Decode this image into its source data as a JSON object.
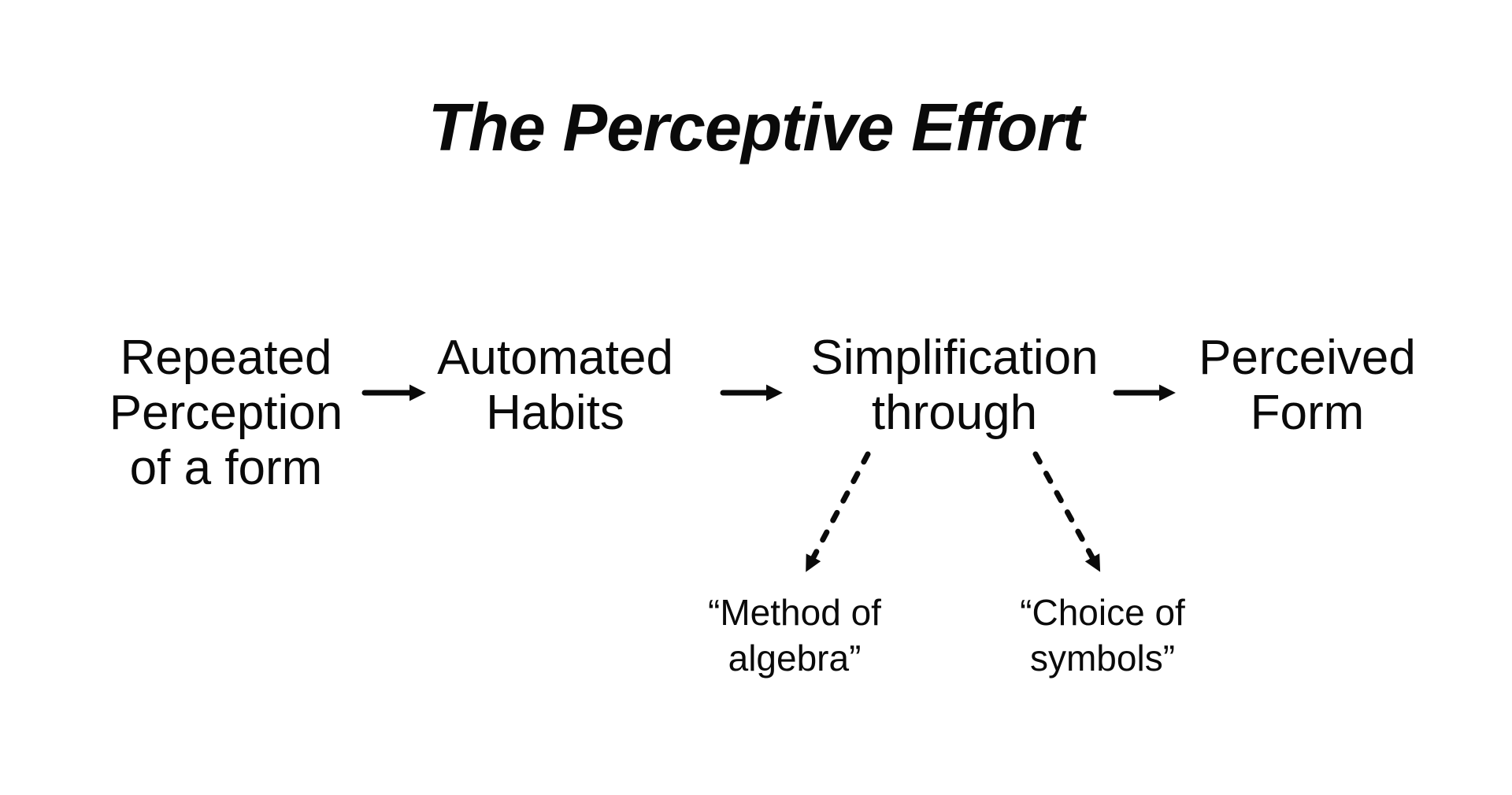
{
  "title": "The Perceptive Effort",
  "nodes": [
    {
      "id": "repeated-perception",
      "label": "Repeated\nPerception\nof a form"
    },
    {
      "id": "automated-habits",
      "label": "Automated\nHabits"
    },
    {
      "id": "simplification",
      "label": "Simplification\nthrough"
    },
    {
      "id": "perceived-form",
      "label": "Perceived\nForm"
    }
  ],
  "branches": [
    {
      "id": "method-of-algebra",
      "label": "“Method of\nalgebra”"
    },
    {
      "id": "choice-of-symbols",
      "label": "“Choice of\nsymbols”"
    }
  ],
  "edges": [
    {
      "from": "repeated-perception",
      "to": "automated-habits",
      "style": "solid"
    },
    {
      "from": "automated-habits",
      "to": "simplification",
      "style": "solid"
    },
    {
      "from": "simplification",
      "to": "perceived-form",
      "style": "solid"
    },
    {
      "from": "simplification",
      "to": "method-of-algebra",
      "style": "dashed"
    },
    {
      "from": "simplification",
      "to": "choice-of-symbols",
      "style": "dashed"
    }
  ],
  "colors": {
    "background": "#ffffff",
    "text": "#0a0a0a",
    "arrow": "#0a0a0a"
  }
}
